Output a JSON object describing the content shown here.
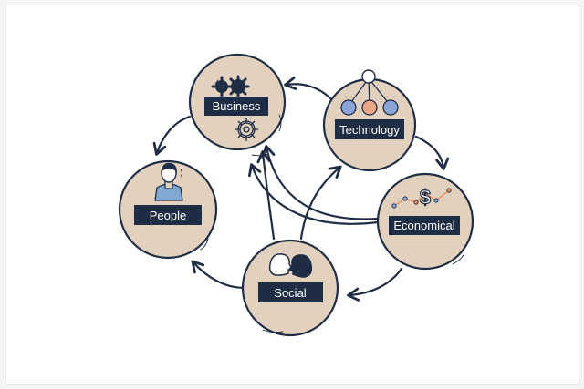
{
  "nodes": {
    "business": {
      "label": "Business",
      "icon": "gears-icon"
    },
    "technology": {
      "label": "Technology",
      "icon": "network-nodes-icon"
    },
    "people": {
      "label": "People",
      "icon": "person-icon"
    },
    "economical": {
      "label": "Economical",
      "icon": "dollar-chart-icon"
    },
    "social": {
      "label": "Social",
      "icon": "two-heads-icon"
    }
  },
  "colors": {
    "node_fill": "#e3d1bf",
    "outline": "#1f2d44",
    "label_bg": "#1f2d44",
    "label_text": "#ffffff",
    "tech_node_blue": "#8aa4d6",
    "tech_node_orange": "#eba587",
    "person_shirt": "#7fa9d1",
    "chart_orange": "#e58a5a"
  }
}
